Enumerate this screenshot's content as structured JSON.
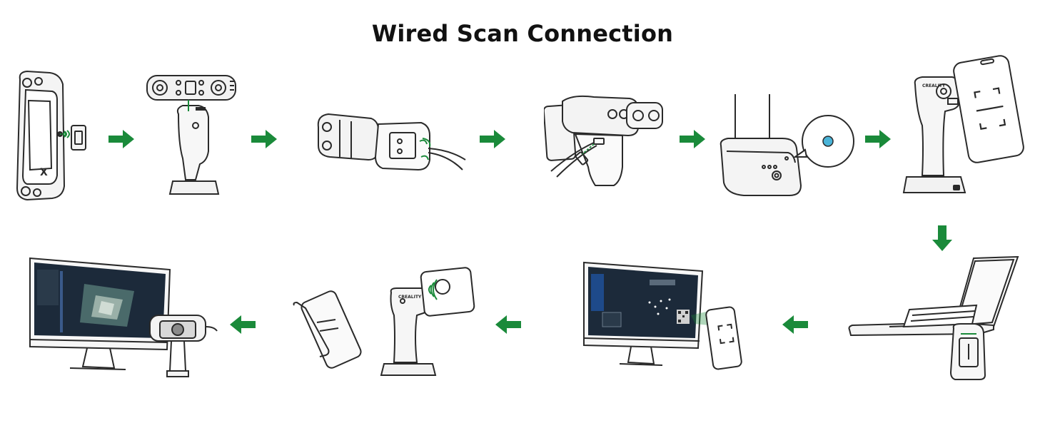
{
  "title": "Wired Scan Connection",
  "colors": {
    "arrow": "#1a8a3a",
    "line": "#2a2a2a",
    "accent": "#1a8a3a",
    "screen": "#1c2a3a",
    "led": "#4ab4d8"
  },
  "steps": [
    {
      "id": 1,
      "icon": "scanner-side-with-mount-icon"
    },
    {
      "id": 2,
      "icon": "scanner-on-handle-stand-icon"
    },
    {
      "id": 3,
      "icon": "scanner-cable-plug-icon"
    },
    {
      "id": 4,
      "icon": "scanner-phone-cable-icon"
    },
    {
      "id": 5,
      "icon": "handle-power-button-icon"
    },
    {
      "id": 6,
      "icon": "phone-qr-scan-handle-icon"
    },
    {
      "id": 7,
      "icon": "laptop-with-handle-icon"
    },
    {
      "id": 8,
      "icon": "monitor-phone-qr-icon"
    },
    {
      "id": 9,
      "icon": "phone-attach-handle-icon"
    },
    {
      "id": 10,
      "icon": "monitor-scan-result-icon"
    }
  ],
  "arrows": [
    "right",
    "right",
    "right",
    "right",
    "right",
    "down",
    "left",
    "left",
    "left"
  ]
}
